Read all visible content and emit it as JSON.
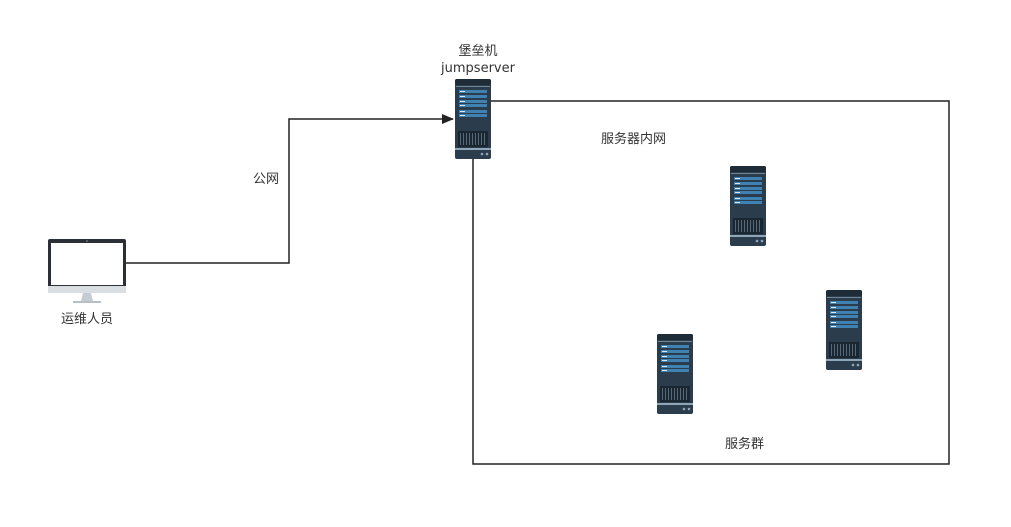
{
  "nodes": {
    "ops": {
      "label": "运维人员",
      "icon": "monitor-icon"
    },
    "bastion": {
      "label_line1": "堡垒机",
      "label_line2": "jumpserver",
      "icon": "server-icon"
    },
    "server_a": {
      "icon": "server-icon"
    },
    "server_b": {
      "icon": "server-icon"
    },
    "server_c": {
      "icon": "server-icon"
    }
  },
  "edges": {
    "public_network": {
      "label": "公网"
    }
  },
  "groups": {
    "intranet": {
      "label": "服务器内网"
    },
    "cluster": {
      "label": "服务群"
    }
  },
  "colors": {
    "line": "#222222",
    "server_body": "#2b3d4d",
    "server_dark": "#1e2c38",
    "server_slot": "#3f82b2",
    "monitor_frame": "#2a3036",
    "monitor_stand": "#c5ccd3"
  }
}
